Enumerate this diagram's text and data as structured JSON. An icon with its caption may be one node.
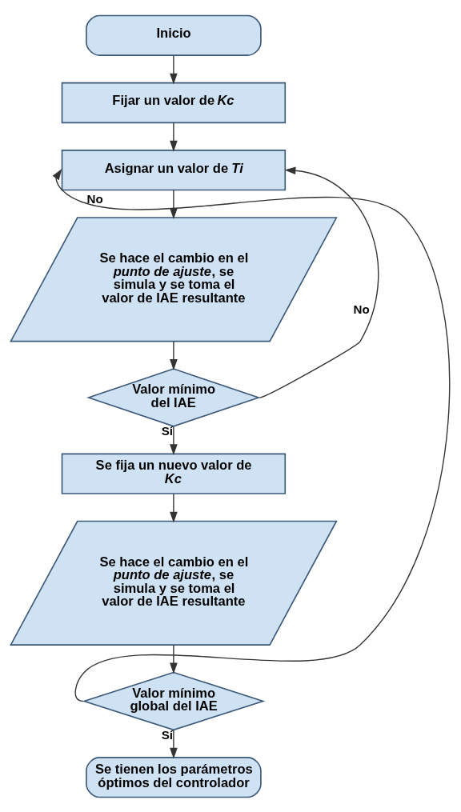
{
  "diagram": {
    "nodes": [
      {
        "text": [
          "Inicio"
        ]
      },
      {
        "text": [
          "Fijar un valor de *Kc*"
        ]
      },
      {
        "text": [
          "Asignar un valor de *Ti*"
        ]
      },
      {
        "text": [
          "Se hace el cambio en el *punto de ajuste*, se simula y se toma el valor de IAE resultante"
        ]
      },
      {
        "text": [
          "Valor mínimo del IAE"
        ]
      },
      {
        "text": [
          "Se fija un nuevo valor de *Kc*"
        ]
      },
      {
        "text": [
          "Se hace el cambio en el *punto de ajuste*, se simula y se toma el valor de IAE resultante"
        ]
      },
      {
        "text": [
          "Valor mínimo global del IAE"
        ]
      },
      {
        "text": [
          "Se tienen los parámetros óptimos del controlador"
        ]
      }
    ],
    "edges": [
      {
        "from": 0,
        "to": 1,
        "arrow": "to"
      },
      {
        "from": 1,
        "to": 2,
        "arrow": "to"
      },
      {
        "from": 2,
        "to": 3,
        "arrow": "to"
      },
      {
        "from": 3,
        "to": 4,
        "arrow": "to"
      },
      {
        "from": 4,
        "to": 2,
        "arrow": "to",
        "label": "No"
      },
      {
        "from": 4,
        "to": 5,
        "arrow": "to",
        "label": "Sí"
      },
      {
        "from": 5,
        "to": 6,
        "arrow": "to"
      },
      {
        "from": 6,
        "to": 7,
        "arrow": "to"
      },
      {
        "from": 7,
        "to": 2,
        "arrow": "to",
        "label": "No"
      },
      {
        "from": 7,
        "to": 8,
        "arrow": "to",
        "label": "Sí"
      }
    ]
  }
}
